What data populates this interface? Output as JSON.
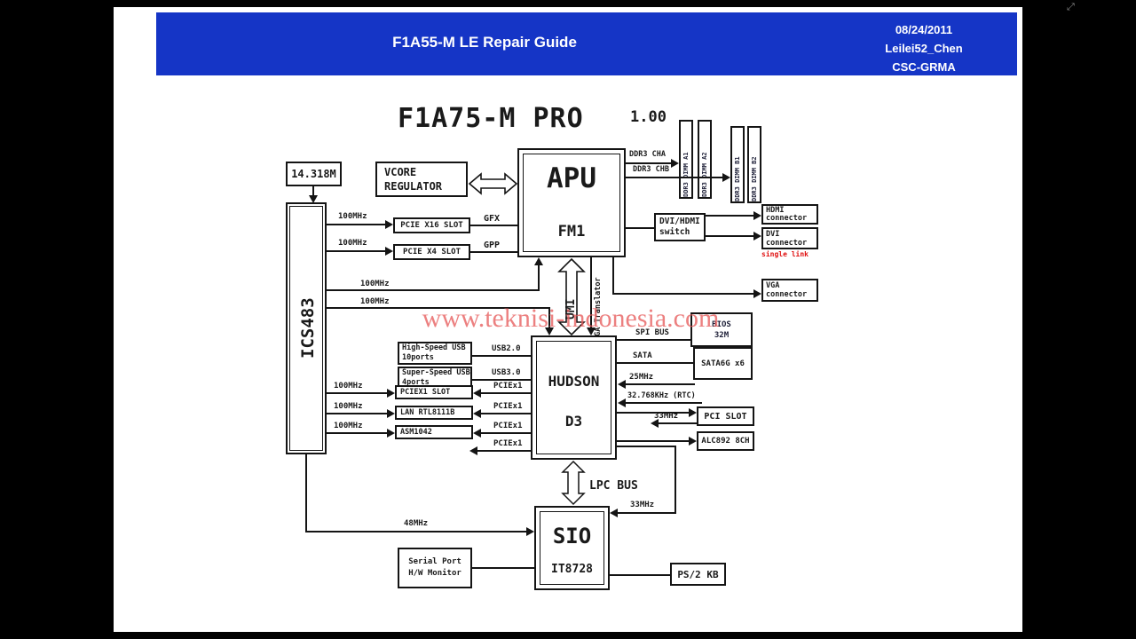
{
  "window": {
    "expand_icon": "⤢"
  },
  "header": {
    "title": "F1A55-M LE Repair Guide",
    "date": "08/24/2011",
    "author": "Leilei52_Chen",
    "org": "CSC-GRMA"
  },
  "diagram": {
    "title": "F1A75-M PRO",
    "version": "1.00",
    "watermark": "www.teknisi-indonesia.com",
    "blocks": {
      "clock": "14.318M",
      "ics": "ICS483",
      "vcore_l1": "VCORE",
      "vcore_l2": "REGULATOR",
      "apu": "APU",
      "apu_socket": "FM1",
      "pcie_x16": "PCIE X16 SLOT",
      "pcie_x4": "PCIE X4 SLOT",
      "switch_l1": "DVI/HDMI",
      "switch_l2": "switch",
      "hdmi_l1": "HDMI",
      "hdmi_l2": "connector",
      "dvi_l1": "DVI",
      "dvi_l2": "connector",
      "vga_l1": "VGA",
      "vga_l2": "connector",
      "hudson_l1": "HUDSON",
      "hudson_l2": "D3",
      "usb_hs_l1": "High-Speed USB",
      "usb_hs_l2": "10ports",
      "usb_ss_l1": "Super-Speed USB",
      "usb_ss_l2": "4ports",
      "pciex1_slot": "PCIEX1 SLOT",
      "lan": "LAN RTL8111B",
      "usb3_ctrl": "ASM1042",
      "bios_l1": "BIOS",
      "bios_l2": "32M",
      "sata6g": "SATA6G x6",
      "pci_slot": "PCI SLOT",
      "audio": "ALC892 8CH",
      "sio": "SIO",
      "sio_chip": "IT8728",
      "serial_l1": "Serial Port",
      "serial_l2": "H/W Monitor",
      "ps2": "PS/2 KB"
    },
    "dimms": [
      "DDR3 DIMM A1",
      "DDR3 DIMM A2",
      "DDR3 DIMM B1",
      "DDR3 DIMM B2"
    ],
    "labels": {
      "clk100": "100MHz",
      "clk48": "48MHz",
      "clk33": "33MHz",
      "clk25": "25MHz",
      "rtc": "32.768KHz (RTC)",
      "usb20": "USB2.0",
      "usb30": "USB3.0",
      "pciex1": "PCIEx1",
      "gfx": "GFX",
      "gpp": "GPP",
      "umi": "UMI",
      "vga_translator": "VGA Translator",
      "lpc": "LPC BUS",
      "spi": "SPI BUS",
      "sata": "SATA",
      "cha": "DDR3 CHA",
      "chb": "DDR3 CHB",
      "single_link": "single link"
    }
  },
  "colors": {
    "header_bg": "#1535c6",
    "watermark_red": "#e76060",
    "line": "#141414",
    "accent_red": "#e01010"
  }
}
